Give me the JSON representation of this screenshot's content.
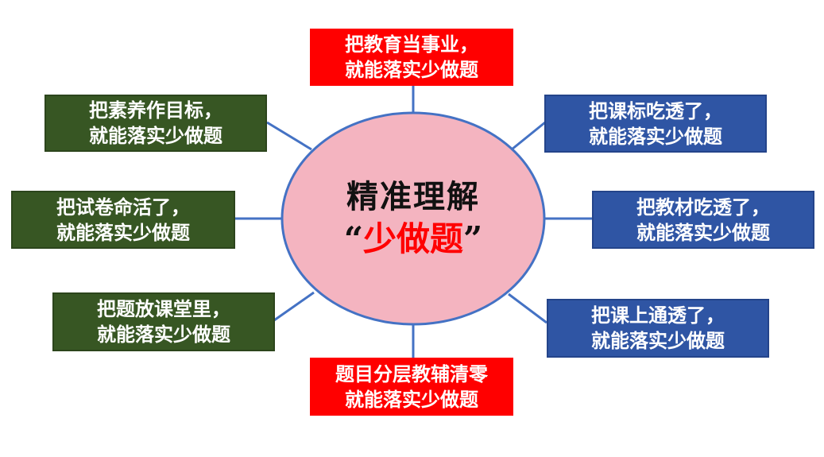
{
  "center": {
    "line1": "精准理解",
    "quote_open": "“",
    "quoted": "少做题",
    "quote_close": "”",
    "fill": "#f4b4c0",
    "stroke": "#4472c4"
  },
  "colors": {
    "red": "#ff0000",
    "green": "#375623",
    "blue": "#2f55a4",
    "connector": "#4472c4"
  },
  "nodes": {
    "top": {
      "line1": "把教育当事业，",
      "line2": "就能落实少做题"
    },
    "bottom": {
      "line1": "题目分层教辅清零",
      "line2": "就能落实少做题"
    },
    "left1": {
      "line1": "把素养作目标，",
      "line2": "就能落实少做题"
    },
    "left2": {
      "line1": "把试卷命活了，",
      "line2": "就能落实少做题"
    },
    "left3": {
      "line1": "把题放课堂里，",
      "line2": "就能落实少做题"
    },
    "right1": {
      "line1": "把课标吃透了，",
      "line2": "就能落实少做题"
    },
    "right2": {
      "line1": "把教材吃透了，",
      "line2": "就能落实少做题"
    },
    "right3": {
      "line1": "把课上通透了，",
      "line2": "就能落实少做题"
    }
  }
}
